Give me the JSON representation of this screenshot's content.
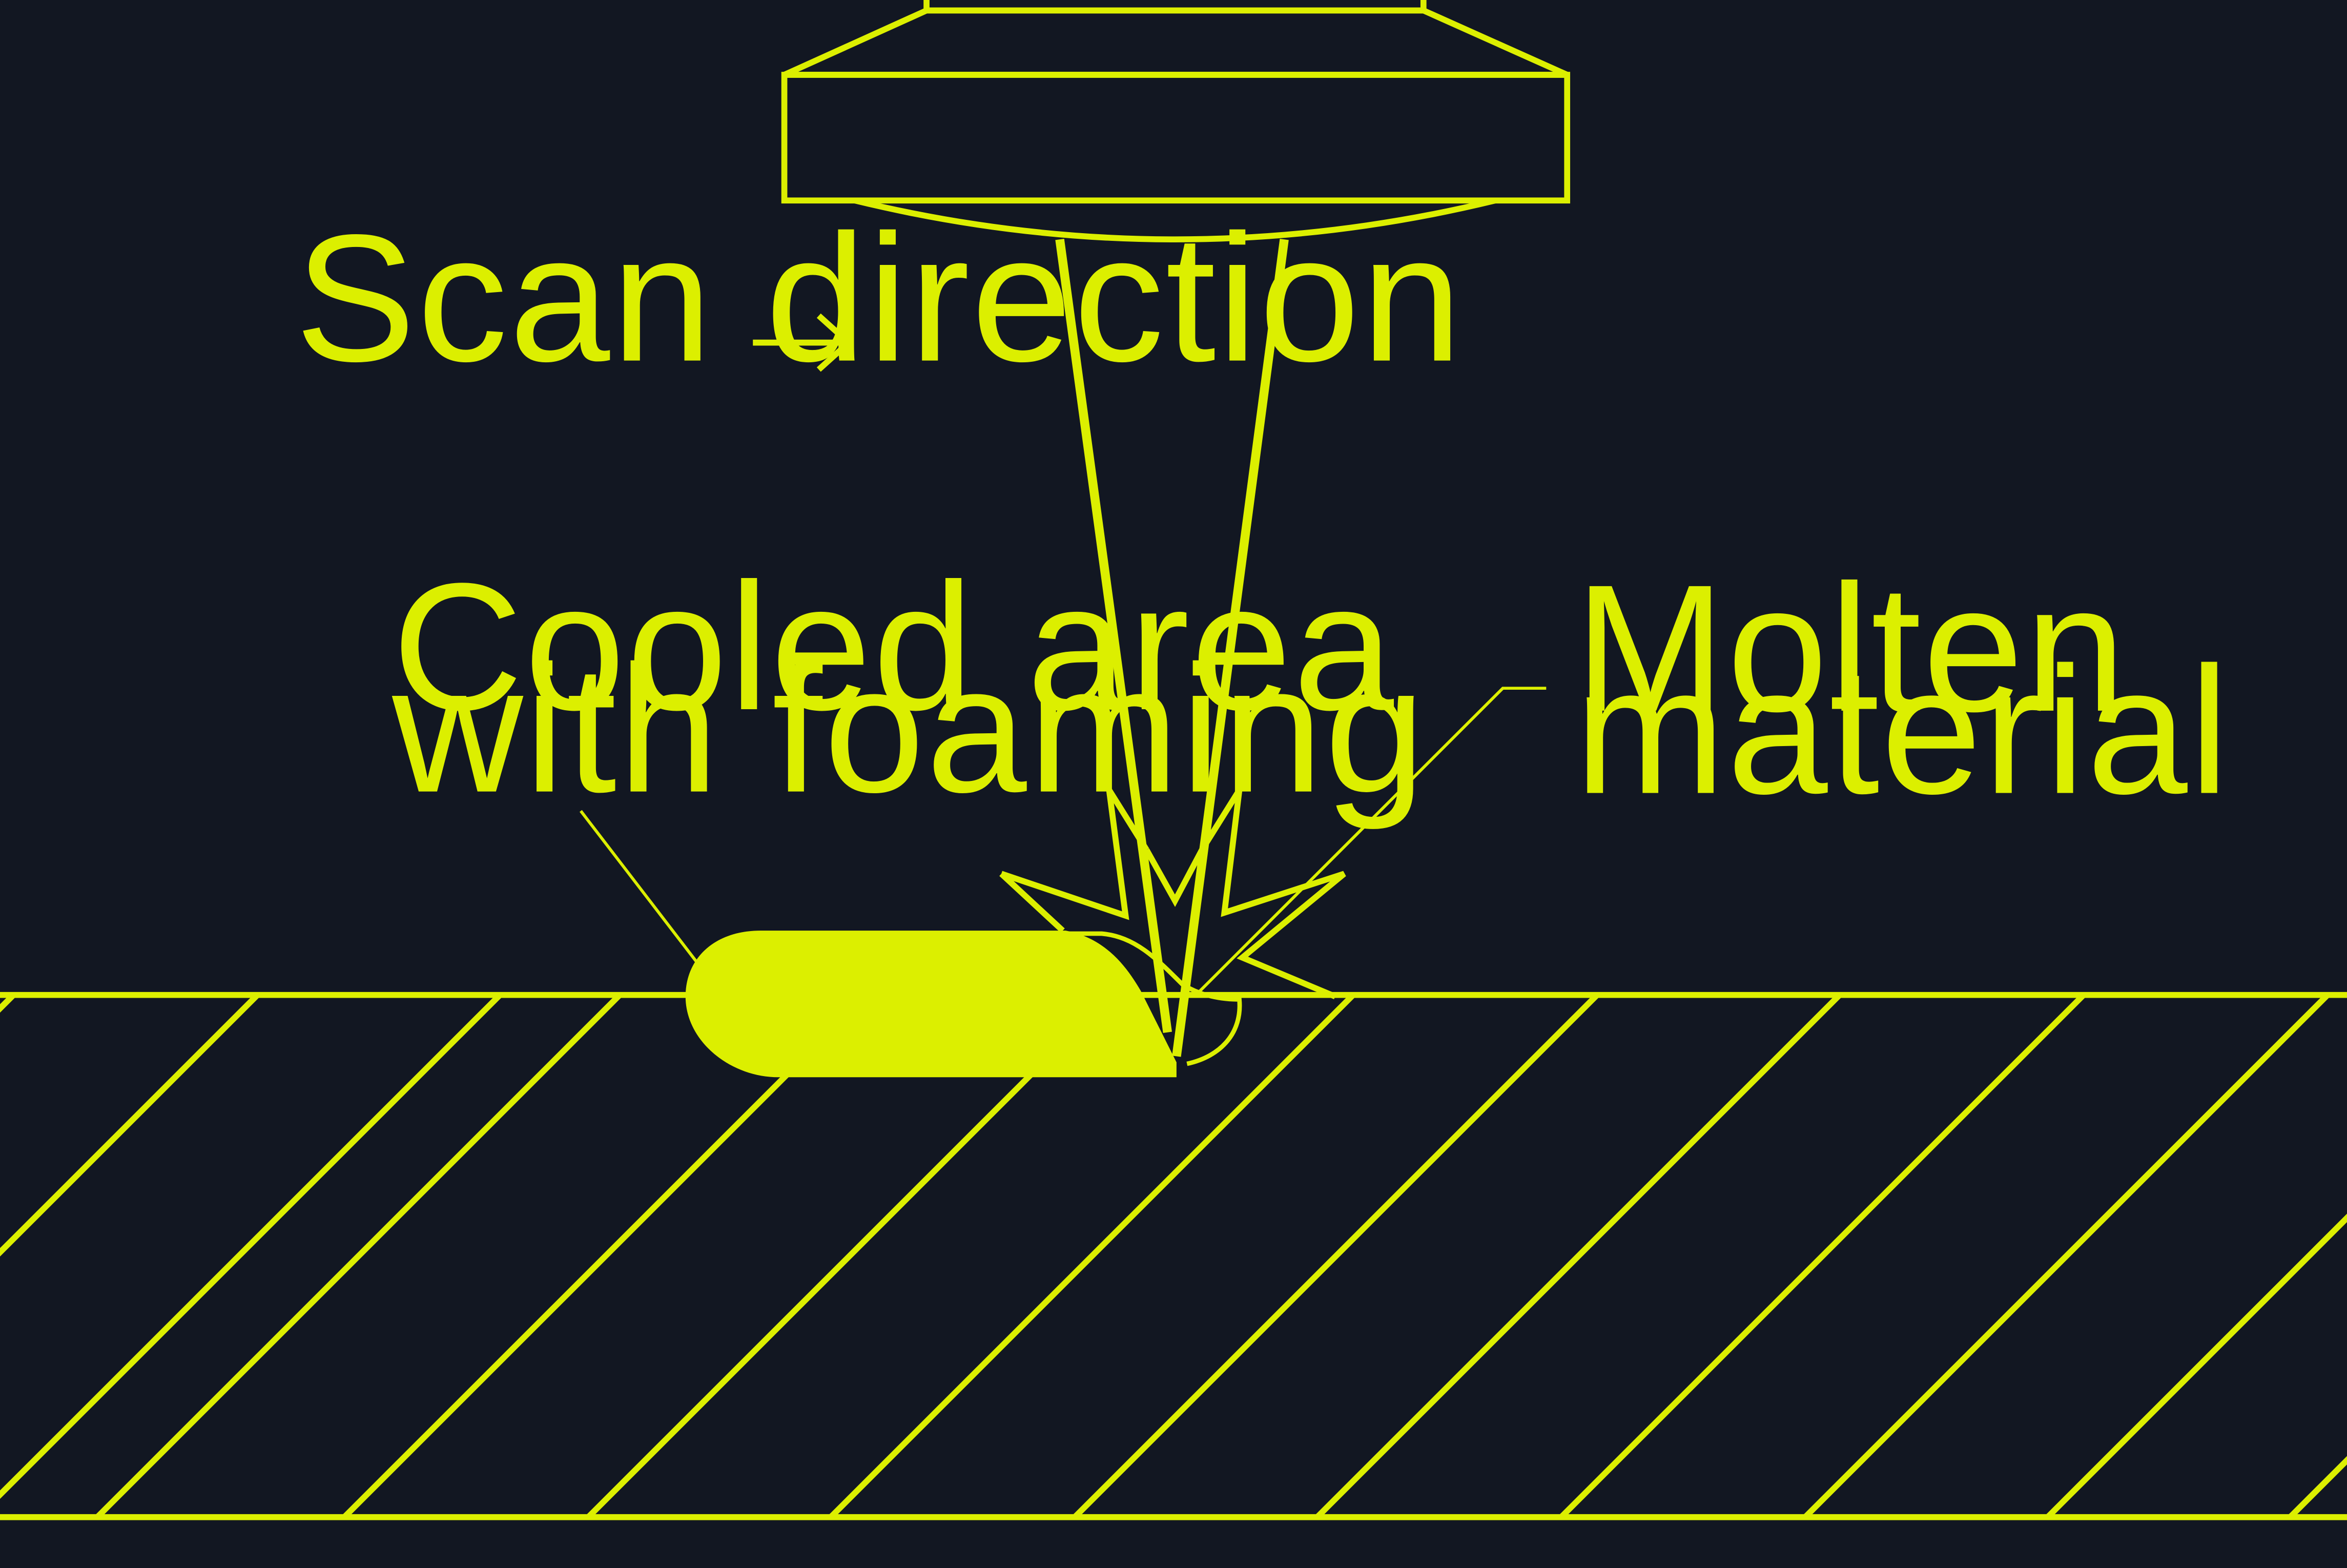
{
  "colors": {
    "background": "#121722",
    "accent": "#dcef00"
  },
  "labels": {
    "scan_direction": "Scan direction",
    "cooled_line1": "Cooled area",
    "cooled_line2": "with foaming",
    "molten_line1": "Molten",
    "molten_line2": "material"
  },
  "icons": {
    "scan_direction_arrow": "right-arrow-icon"
  }
}
